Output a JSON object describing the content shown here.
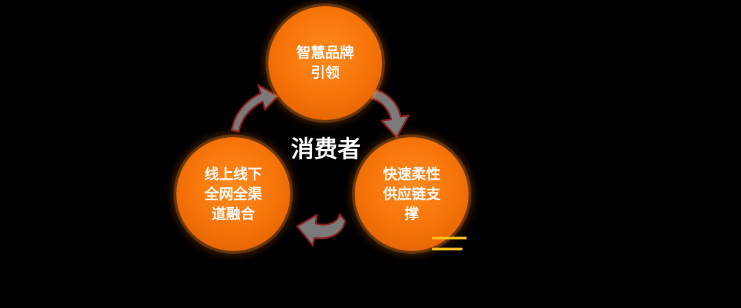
{
  "diagram": {
    "center": "消费者",
    "nodes": [
      {
        "id": "top",
        "label": "智慧品牌\n引领"
      },
      {
        "id": "right",
        "label": "快速柔性\n供应链支\n撑"
      },
      {
        "id": "left",
        "label": "线上线下\n全网全渠\n道融合"
      }
    ],
    "colors": {
      "circle": "#f57208",
      "arrow_fill": "#7a7a7a",
      "arrow_edge": "#8b1c1c",
      "accent": "#ffc21a",
      "background": "#000000"
    },
    "arrows": [
      {
        "from": "left",
        "to": "top",
        "icon": "curved-arrow-icon"
      },
      {
        "from": "top",
        "to": "right",
        "icon": "curved-arrow-icon"
      },
      {
        "from": "right",
        "to": "left",
        "icon": "curved-arrow-icon"
      }
    ]
  }
}
